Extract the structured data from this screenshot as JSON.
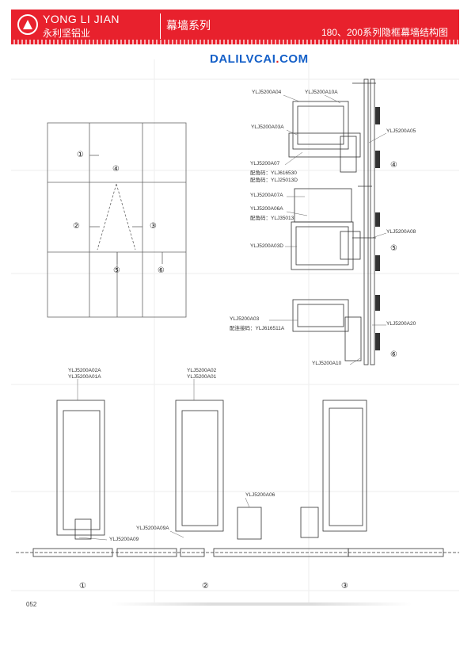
{
  "header": {
    "brand_en": "YONG LI JIAN",
    "brand_cn": "永利坚铝业",
    "brand_small": "永利坚",
    "series": "幕墙系列",
    "title": "180、200系列隐框幕墙结构图"
  },
  "watermark": {
    "part1": "DALILVCAI",
    "part2": ".",
    "part3": "COM"
  },
  "colors": {
    "header_red": "#e8212d",
    "watermark_blue": "#1560c8",
    "watermark_red": "#e02020"
  },
  "elevation_markers": {
    "m1": "①",
    "m2": "②",
    "m3": "③",
    "m4": "④",
    "m5": "⑤",
    "m6": "⑥"
  },
  "section_labels": {
    "a04": "YLJ5200A04",
    "a10a": "YLJ5200A10A",
    "a03a": "YLJ5200A03A",
    "a05": "YLJ5200A05",
    "a07": "YLJ5200A07",
    "pj1": "配角码：YLJ616530",
    "pj2": "配角码：YLJ25013D",
    "a07a": "YLJ5200A07A",
    "a06a": "YLJ5200A06A",
    "pj3": "配角码：YLJ35013",
    "a08": "YLJ5200A08",
    "a03d": "YLJ5200A03D",
    "a03": "YLJ5200A03",
    "pj4": "配连接码：YLJ616511A",
    "a20": "YLJ5200A20",
    "a10": "YLJ5200A10"
  },
  "plan_labels": {
    "a02a": "YLJ5200A02A",
    "a01a": "YLJ5200A01A",
    "a02": "YLJ5200A02",
    "a01": "YLJ5200A01",
    "a06": "YLJ5200A06",
    "a09a": "YLJ5200A09A",
    "a09": "YLJ5200A09"
  },
  "page_number": "052"
}
